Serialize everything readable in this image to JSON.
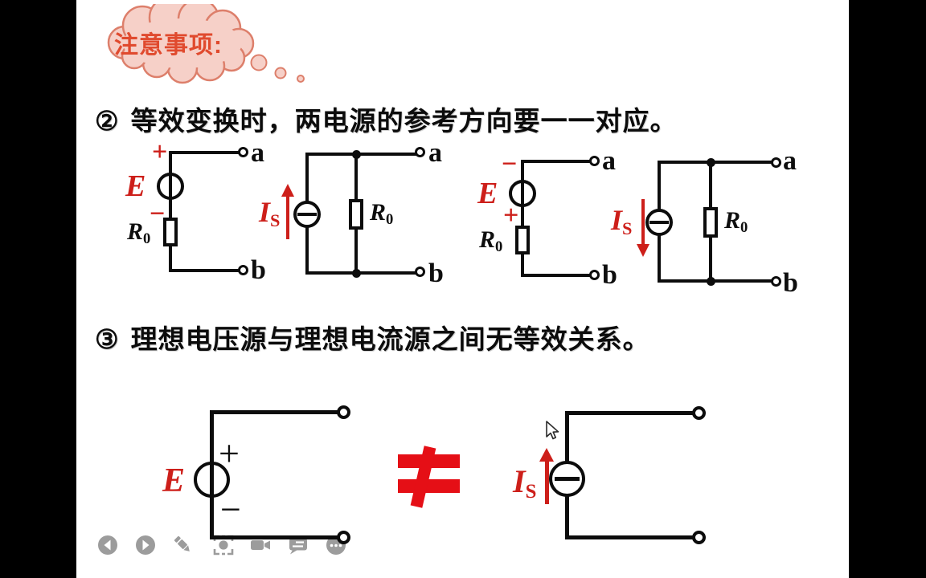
{
  "callout": {
    "label": "注意事项:"
  },
  "notes": [
    {
      "marker": "②",
      "text": "等效变换时，两电源的参考方向要一一对应。"
    },
    {
      "marker": "③",
      "text": "理想电压源与理想电流源之间无等效关系。"
    }
  ],
  "circuits": [
    {
      "name": "voltage-source-plus-up",
      "E": "E",
      "plus": "+",
      "minus": "−",
      "R": "R",
      "R_sub": "0",
      "term_a": "a",
      "term_b": "b"
    },
    {
      "name": "current-source-arrow-up",
      "I": "I",
      "I_sub": "S",
      "R": "R",
      "R_sub": "0",
      "term_a": "a",
      "term_b": "b"
    },
    {
      "name": "voltage-source-minus-up",
      "E": "E",
      "plus": "+",
      "minus": "−",
      "R": "R",
      "R_sub": "0",
      "term_a": "a",
      "term_b": "b"
    },
    {
      "name": "current-source-arrow-down",
      "I": "I",
      "I_sub": "S",
      "R": "R",
      "R_sub": "0",
      "term_a": "a",
      "term_b": "b"
    },
    {
      "name": "ideal-voltage-source",
      "E": "E",
      "plus": "+",
      "minus": "−"
    },
    {
      "name": "ideal-current-source",
      "I": "I",
      "I_sub": "S"
    }
  ],
  "not_equal": {
    "symbol": "≠"
  },
  "colors": {
    "accent_red": "#cd1f1a",
    "not_equal_red": "#e50f16",
    "cloud_fill": "#f6d0c8",
    "cloud_stroke": "#dd7f6b",
    "cloud_text": "#e04a2e",
    "toolbar_gray": "#9c9c9c",
    "letterbox": "#000000"
  },
  "toolbar": {
    "icons": [
      {
        "name": "previous"
      },
      {
        "name": "next"
      },
      {
        "name": "annotate"
      },
      {
        "name": "screenshot"
      },
      {
        "name": "record"
      },
      {
        "name": "comments"
      },
      {
        "name": "more"
      }
    ]
  }
}
